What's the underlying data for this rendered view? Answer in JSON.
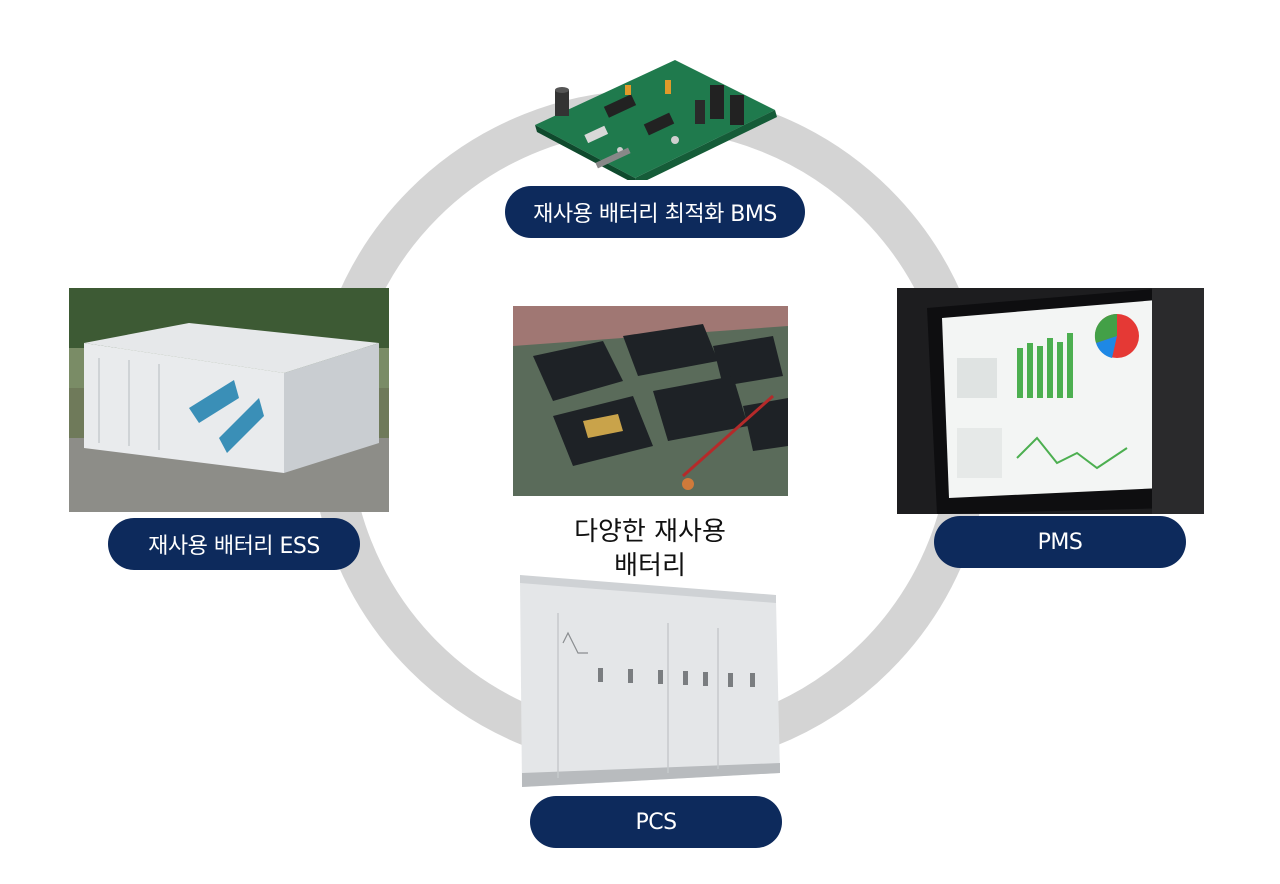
{
  "diagram": {
    "center_label_line1": "다양한 재사용",
    "center_label_line2": "배터리",
    "nodes": {
      "bms": {
        "label": "재사용 배터리 최적화 BMS",
        "image": "circuit-board"
      },
      "ess": {
        "label": "재사용 배터리 ESS",
        "image": "energy-storage-container"
      },
      "pms": {
        "label": "PMS",
        "image": "monitoring-dashboard-screen"
      },
      "pcs": {
        "label": "PCS",
        "image": "power-conversion-cabinet"
      },
      "center": {
        "image": "battery-modules"
      }
    },
    "colors": {
      "pill": "#0d2a5c",
      "ring": "#d4d4d4",
      "text": "#111111"
    }
  }
}
